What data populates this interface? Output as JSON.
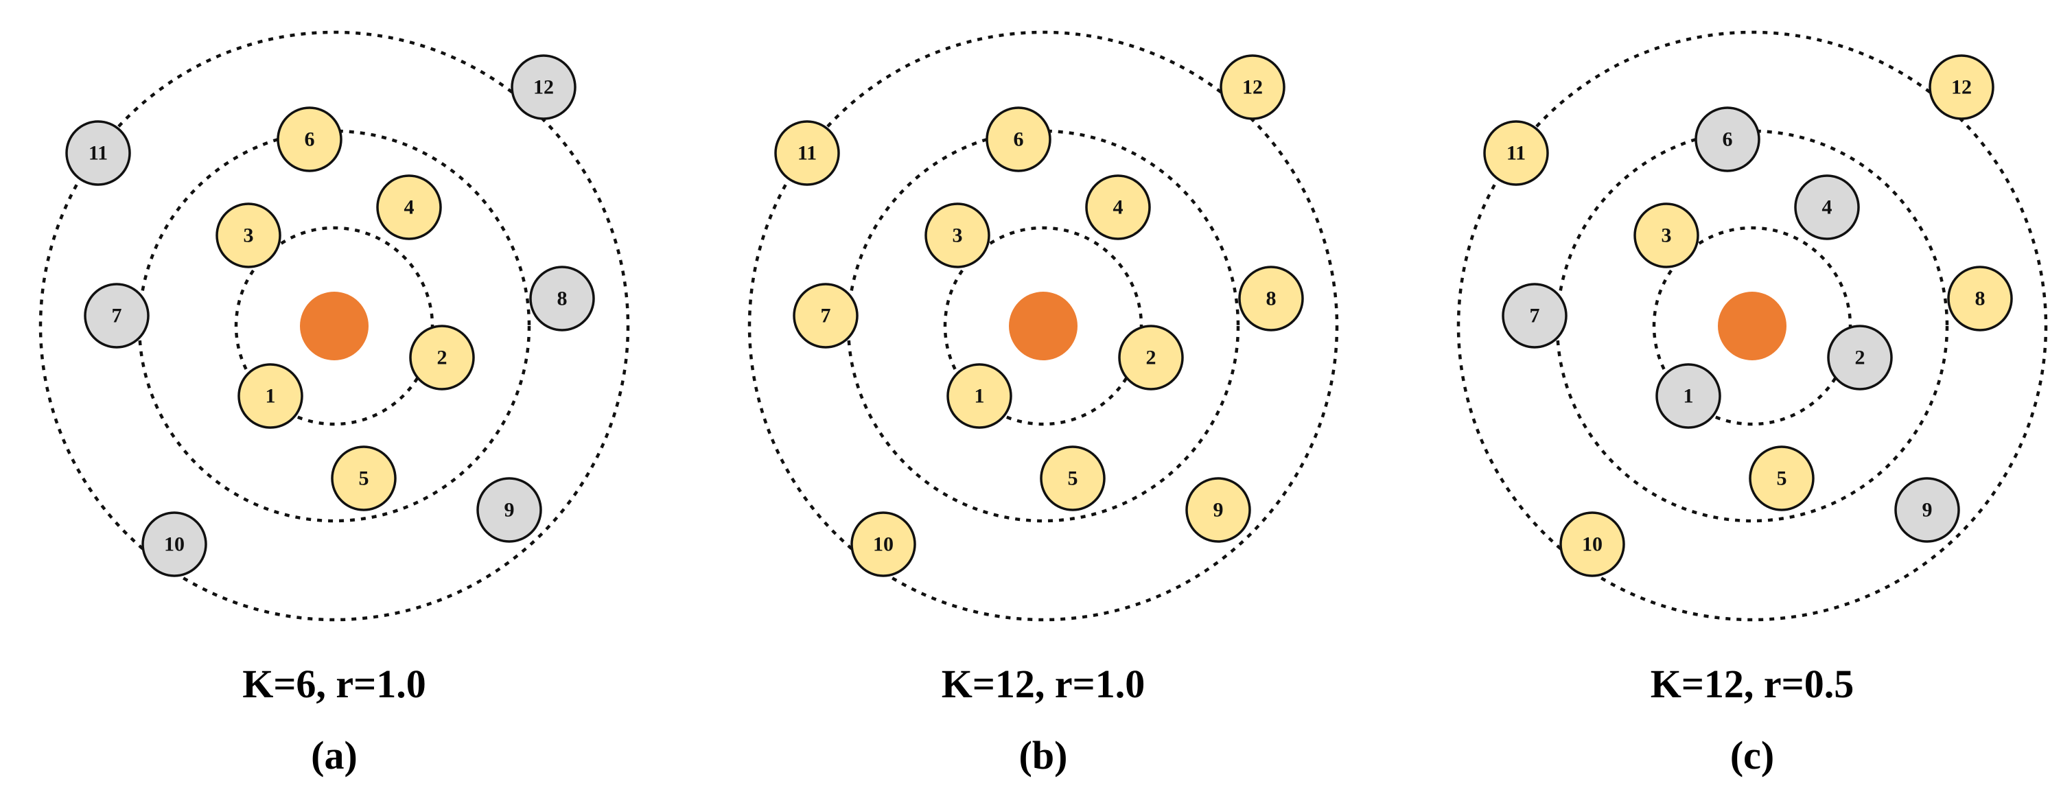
{
  "colors": {
    "selected_fill": "#FFE699",
    "unselected_fill": "#D9D9D9",
    "center_fill": "#ED7D31",
    "stroke": "#111111"
  },
  "panels": [
    {
      "caption": "K=6,  r=1.0",
      "letter": "(a)",
      "nodes": [
        {
          "label": "1",
          "selected": true
        },
        {
          "label": "2",
          "selected": true
        },
        {
          "label": "3",
          "selected": true
        },
        {
          "label": "4",
          "selected": true
        },
        {
          "label": "5",
          "selected": true
        },
        {
          "label": "6",
          "selected": true
        },
        {
          "label": "7",
          "selected": false
        },
        {
          "label": "8",
          "selected": false
        },
        {
          "label": "9",
          "selected": false
        },
        {
          "label": "10",
          "selected": false
        },
        {
          "label": "11",
          "selected": false
        },
        {
          "label": "12",
          "selected": false
        }
      ]
    },
    {
      "caption": "K=12,  r=1.0",
      "letter": "(b)",
      "nodes": [
        {
          "label": "1",
          "selected": true
        },
        {
          "label": "2",
          "selected": true
        },
        {
          "label": "3",
          "selected": true
        },
        {
          "label": "4",
          "selected": true
        },
        {
          "label": "5",
          "selected": true
        },
        {
          "label": "6",
          "selected": true
        },
        {
          "label": "7",
          "selected": true
        },
        {
          "label": "8",
          "selected": true
        },
        {
          "label": "9",
          "selected": true
        },
        {
          "label": "10",
          "selected": true
        },
        {
          "label": "11",
          "selected": true
        },
        {
          "label": "12",
          "selected": true
        }
      ]
    },
    {
      "caption": "K=12,  r=0.5",
      "letter": "(c)",
      "nodes": [
        {
          "label": "1",
          "selected": false
        },
        {
          "label": "2",
          "selected": false
        },
        {
          "label": "3",
          "selected": true
        },
        {
          "label": "4",
          "selected": false
        },
        {
          "label": "5",
          "selected": true
        },
        {
          "label": "6",
          "selected": false
        },
        {
          "label": "7",
          "selected": false
        },
        {
          "label": "8",
          "selected": true
        },
        {
          "label": "9",
          "selected": false
        },
        {
          "label": "10",
          "selected": true
        },
        {
          "label": "11",
          "selected": true
        },
        {
          "label": "12",
          "selected": true
        }
      ]
    }
  ]
}
